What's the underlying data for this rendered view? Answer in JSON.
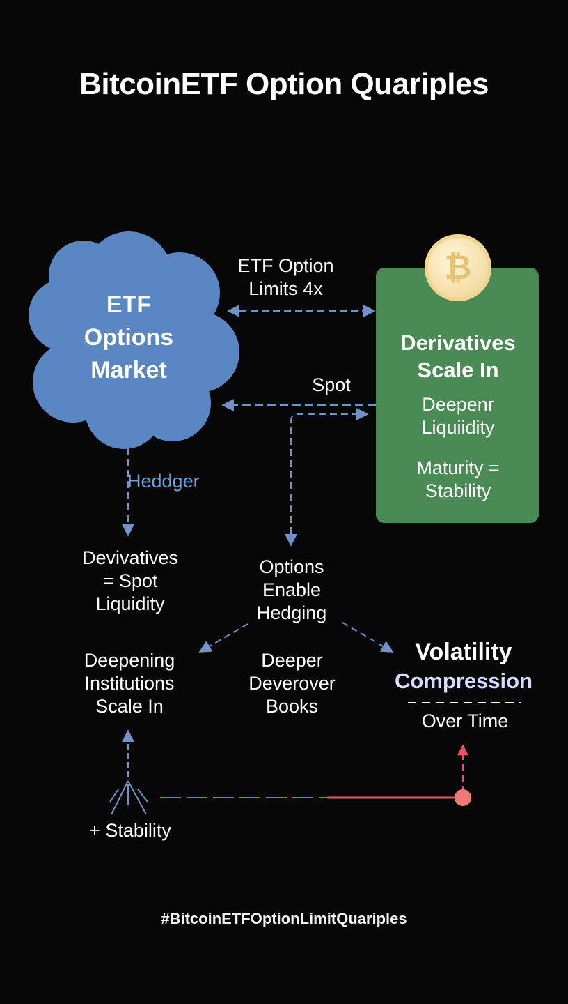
{
  "title": "BitcoinETF Option Quariples",
  "cloud": {
    "label_lines": [
      "ETF",
      "Options",
      "Market"
    ]
  },
  "card": {
    "coin_symbol": "₿",
    "heading_lines": [
      "Derivatives",
      "Scale In"
    ],
    "text1_lines": [
      "Deepenr",
      "Liquiidity"
    ],
    "text2_lines": [
      "Maturity =",
      "Stability"
    ]
  },
  "edges": {
    "top_label_lines": [
      "ETF Option",
      "Limits 4x"
    ],
    "spot": "Spot",
    "hedger": "Heddger"
  },
  "nodes": {
    "left": [
      "Devivatives",
      "= Spot",
      "Liquidity"
    ],
    "center": [
      "Options",
      "Enable",
      "Hedging"
    ],
    "bottom_left": [
      "Deepening",
      "Institutions",
      "Scale In"
    ],
    "bottom_center": [
      "Deeper",
      "Deverover",
      "Books"
    ],
    "volatility": "Volatility",
    "compression": "Compression",
    "over_time": "Over Time",
    "stability": "+ Stability"
  },
  "hashtag": "#BitcoinETFOptionLimitQuariples",
  "colors": {
    "background": "#070707",
    "cloud": "#5a87c3",
    "card": "#4a8a55",
    "arrows": "#7092c8",
    "red": "#e6545b"
  }
}
